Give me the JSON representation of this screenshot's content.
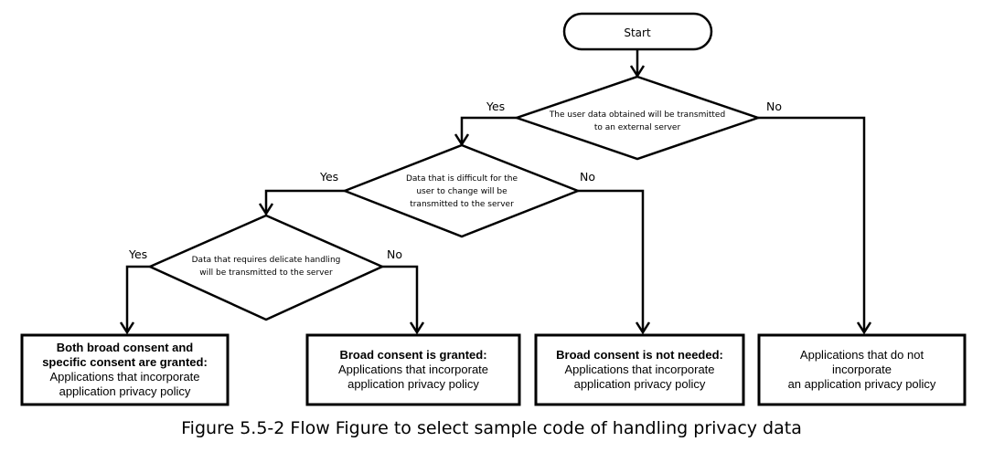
{
  "start": {
    "label": "Start"
  },
  "decisions": [
    {
      "id": "d1",
      "lines": [
        "The user data obtained will be transmitted",
        "to an external server"
      ],
      "yes": "Yes",
      "no": "No"
    },
    {
      "id": "d2",
      "lines": [
        "Data that is difficult for the",
        "user to change will be",
        "transmitted to the server"
      ],
      "yes": "Yes",
      "no": "No"
    },
    {
      "id": "d3",
      "lines": [
        "Data that requires delicate handling",
        "will be transmitted to the server"
      ],
      "yes": "Yes",
      "no": "No"
    }
  ],
  "outcomes": [
    {
      "heading": [
        "Both broad consent and",
        "specific consent are granted:"
      ],
      "body": [
        "Applications that incorporate",
        "application privacy policy"
      ]
    },
    {
      "heading": [
        "Broad consent is granted:"
      ],
      "body": [
        "Applications that incorporate",
        "application privacy policy"
      ]
    },
    {
      "heading": [
        "Broad consent is not needed:"
      ],
      "body": [
        "Applications that incorporate",
        "application privacy policy"
      ]
    },
    {
      "heading": [],
      "body": [
        "Applications that do not",
        "incorporate",
        "an application privacy policy"
      ]
    }
  ],
  "caption": "Figure 5.5-2  Flow Figure to select sample code of handling privacy data"
}
